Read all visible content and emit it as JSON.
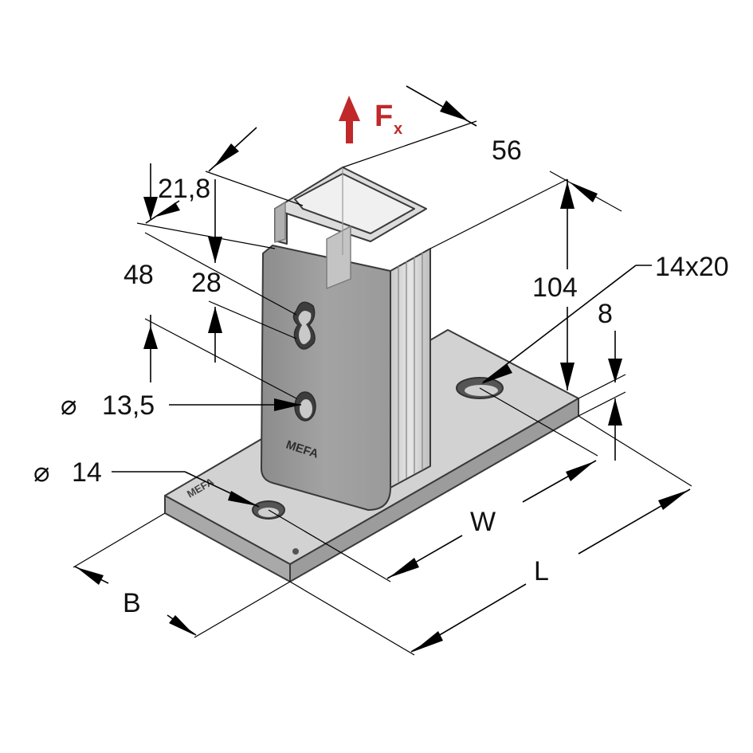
{
  "drawing": {
    "force_label": "F",
    "force_subscript": "x",
    "force_color": "#c0282a",
    "dimensions": {
      "width_top": "56",
      "slot_offset": "21,8",
      "height_48": "48",
      "height_28": "28",
      "height_104": "104",
      "slot_size": "14x20",
      "thickness": "8",
      "hole_profile": "13,5",
      "hole_plate": "14",
      "W": "W",
      "L": "L",
      "B": "B"
    },
    "diameter_symbol": "⌀",
    "brand": "MEFA"
  }
}
